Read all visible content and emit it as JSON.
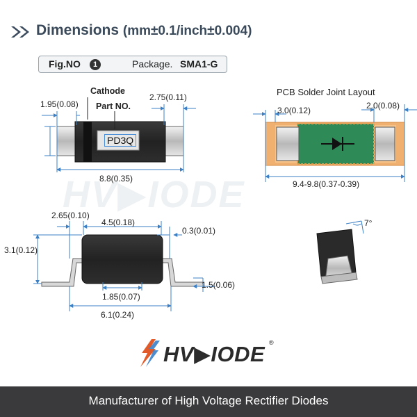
{
  "header": {
    "title": "Dimensions",
    "units": "(mm±0.1/inch±0.004)"
  },
  "figure": {
    "label": "Fig.NO",
    "number": "1",
    "package_label": "Package.",
    "package_value": "SMA1-G"
  },
  "top_view": {
    "cathode": "Cathode",
    "part_no": "Part NO.",
    "marking": "PD3Q",
    "dim_left": "1.95(0.08)",
    "dim_right": "2.75(0.11)",
    "dim_total": "8.8(0.35)"
  },
  "pcb": {
    "title": "PCB Solder Joint Layout",
    "dim_left": "3.0(0.12)",
    "dim_right": "2.0(0.08)",
    "dim_total": "9.4-9.8(0.37-0.39)"
  },
  "side_view": {
    "dim_lead": "2.65(0.10)",
    "dim_body": "4.5(0.18)",
    "dim_thick": "0.3(0.01)",
    "dim_height": "3.1(0.12)",
    "dim_pad": "1.5(0.06)",
    "dim_inner": "1.85(0.07)",
    "dim_total": "6.1(0.24)"
  },
  "angle": "7°",
  "logo": {
    "text": "HV▶IODE",
    "reg": "®"
  },
  "watermark": "HV▶IODE",
  "footer": {
    "text": "Manufacturer of High Voltage Rectifier Diodes"
  },
  "colors": {
    "pcb_green": "#2e8b57",
    "pad_orange": "#f0b070",
    "dim_blue": "#3b7fc4",
    "footer_bg": "#3a3a3c"
  }
}
